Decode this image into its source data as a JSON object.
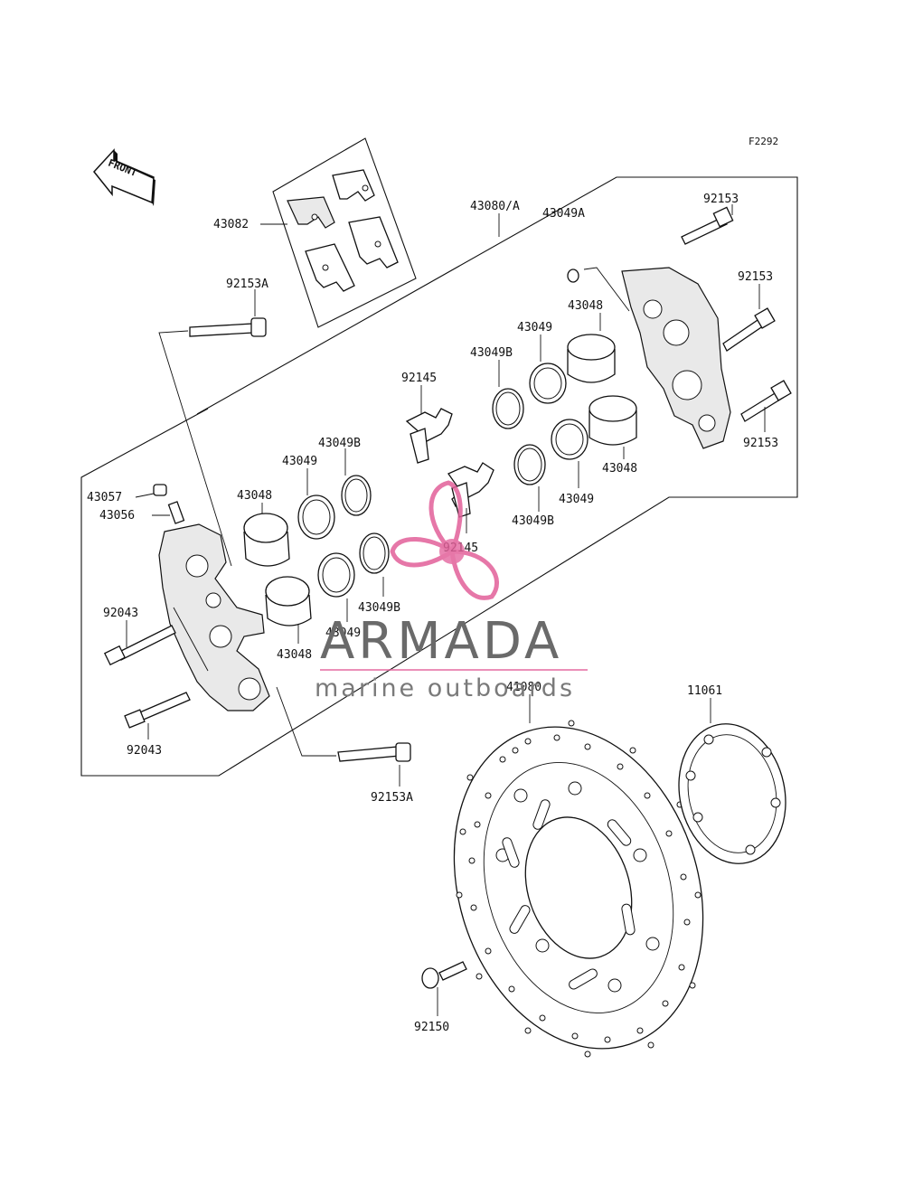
{
  "ref_code": "F2292",
  "front_label": "FRONT",
  "watermark": {
    "brand": "ARMADA",
    "tagline": "marine outboards",
    "color": "#e2609a"
  },
  "parts": {
    "p43082": "43082",
    "p43080a": "43080/A",
    "p43049a": "43049A",
    "p92153_1": "92153",
    "p92153_2": "92153",
    "p92153_3": "92153",
    "p92153a_top": "92153A",
    "p92153a_bottom": "92153A",
    "p43048_r1": "43048",
    "p43048_r2": "43048",
    "p43048_l1": "43048",
    "p43048_l2": "43048",
    "p43049_r1": "43049",
    "p43049_r2": "43049",
    "p43049_l1": "43049",
    "p43049_l2": "43049",
    "p43049b_r1": "43049B",
    "p43049b_r2": "43049B",
    "p43049b_l1": "43049B",
    "p43049b_l2": "43049B",
    "p92145_1": "92145",
    "p92145_2": "92145",
    "p43057": "43057",
    "p43056": "43056",
    "p92043_1": "92043",
    "p92043_2": "92043",
    "p41080": "41080",
    "p11061": "11061",
    "p92150": "92150"
  }
}
